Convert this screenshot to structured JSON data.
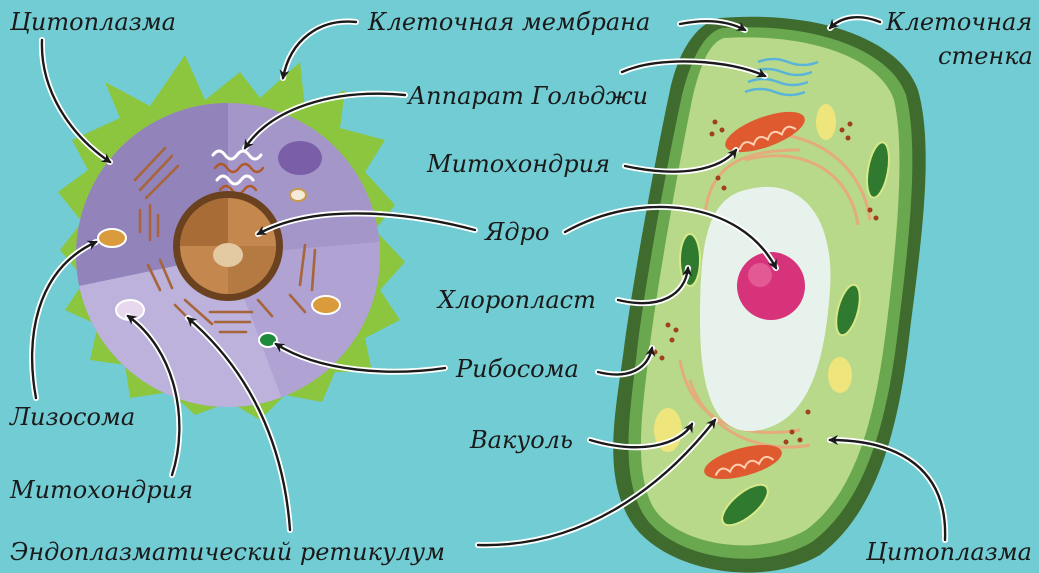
{
  "labels": {
    "animal_cytoplasm": "Цитоплазма",
    "cell_membrane": "Клеточная мембрана",
    "cell_wall_line1": "Клеточная",
    "cell_wall_line2": "стенка",
    "golgi": "Аппарат Гольджи",
    "mitochondria_plant": "Митохондрия",
    "nucleus": "Ядро",
    "chloroplast": "Хлоропласт",
    "ribosome": "Рибосома",
    "vacuole": "Вакуоль",
    "lysosome": "Лизосома",
    "mitochondria_animal": "Митохондрия",
    "er": "Эндоплазматический ретикулум",
    "plant_cytoplasm": "Цитоплазма"
  },
  "colors": {
    "background": "#72ccd3",
    "animal_membrane": "#8cc63f",
    "animal_cytoplasm": "#9b8bc0",
    "nucleus_animal": "#8a5a2b",
    "plant_wall": "#3f6b2e",
    "plant_cytoplasm": "#b8d88a",
    "vacuole": "#e8f2ec",
    "plant_nucleus": "#d6337a",
    "mitochondrion": "#e05a30",
    "chloroplast": "#6aa84f",
    "arrow": "#1a1a1a"
  }
}
